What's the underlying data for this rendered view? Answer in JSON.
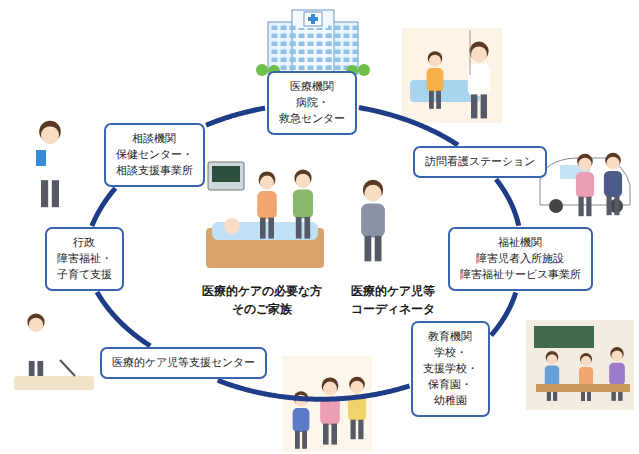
{
  "diagram": {
    "nodes": [
      {
        "text": [
          "医療機関",
          "病院・救急センター"
        ]
      },
      {
        "text": [
          "訪問看護ステーション"
        ]
      },
      {
        "text": [
          "福祉機関",
          "障害児者入所施設 障害福祉サービス事業所"
        ]
      },
      {
        "text": [
          "教育機関",
          "学校・支援学校・ 保育園・幼稚園"
        ]
      },
      {
        "text": [
          "医療的ケア児等支援センター"
        ]
      },
      {
        "text": [
          "行政",
          "障害福祉・子育て支援"
        ]
      },
      {
        "text": [
          "相談機関",
          "保健センター・ 相談支援事業所"
        ]
      }
    ],
    "edges": [
      {
        "from": 0,
        "to": 1,
        "arrow": "none"
      },
      {
        "from": 1,
        "to": 2,
        "arrow": "none"
      },
      {
        "from": 2,
        "to": 3,
        "arrow": "none"
      },
      {
        "from": 3,
        "to": 4,
        "arrow": "none"
      },
      {
        "from": 4,
        "to": 5,
        "arrow": "none"
      },
      {
        "from": 5,
        "to": 6,
        "arrow": "none"
      },
      {
        "from": 6,
        "to": 0,
        "arrow": "none"
      }
    ],
    "labels": [
      "医療的ケアの必要な方 そのご家族",
      "医療的ケア児等 コーディネータ"
    ]
  }
}
